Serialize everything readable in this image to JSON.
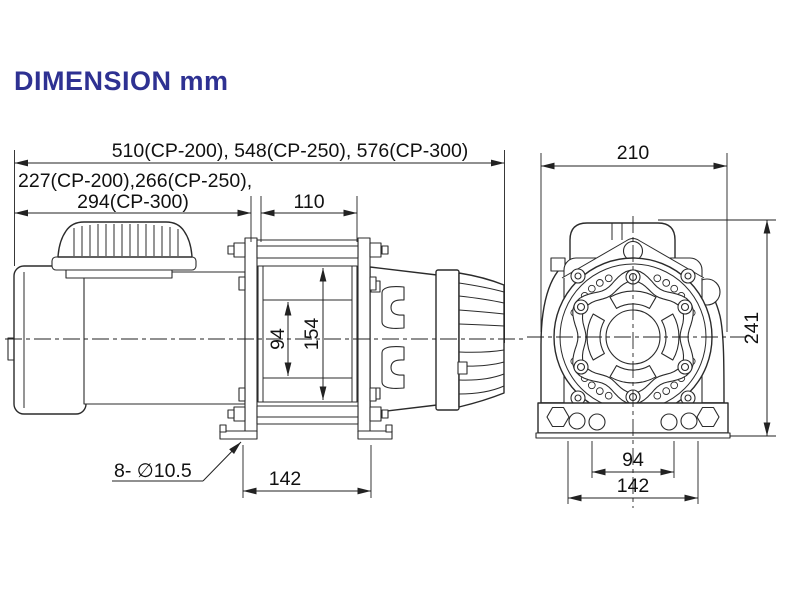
{
  "title": "DIMENSION mm",
  "colors": {
    "title_blue": "#2E3192",
    "line_ink": "#2b2b2b"
  },
  "side_view": {
    "label_overall_length": "510(CP-200), 548(CP-250), 576(CP-300)",
    "label_motor_section_a": "227(CP-200),266(CP-250),",
    "label_motor_section_b": "294(CP-300)",
    "label_drum_width": "110",
    "label_drum_core_diameter": "94",
    "label_drum_flange_diameter": "154",
    "label_mount_holes": "8- ∅10.5",
    "label_foot_span": "142"
  },
  "front_view": {
    "label_overall_width": "210",
    "label_overall_height": "241",
    "label_hole_span_inner": "94",
    "label_hole_span_outer": "142"
  }
}
